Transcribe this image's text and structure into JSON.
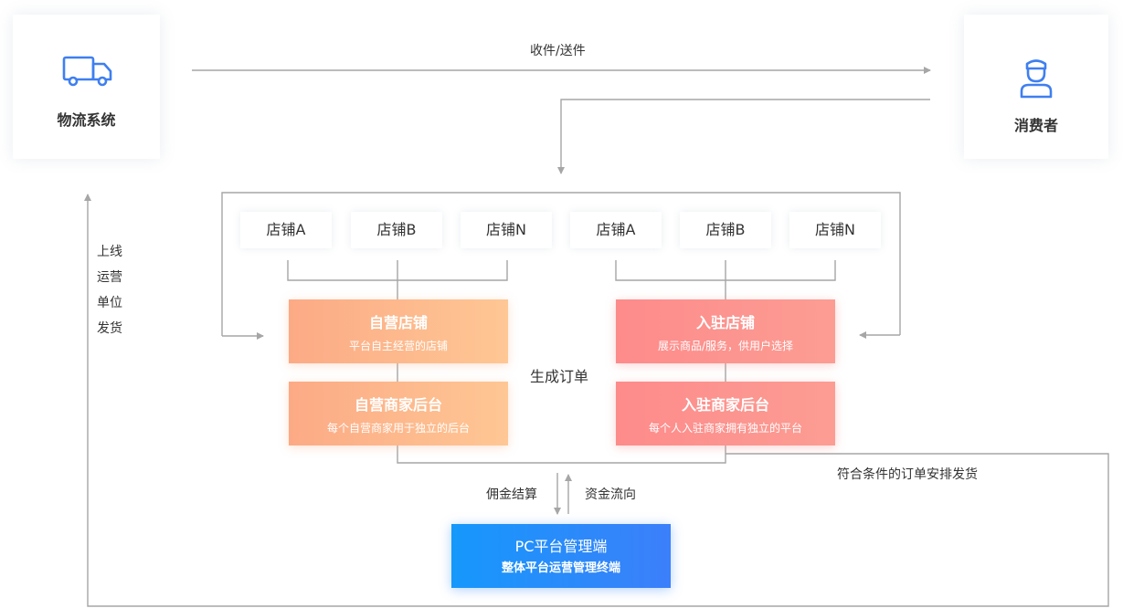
{
  "logistics": {
    "title": "物流系统",
    "icon": "truck-icon"
  },
  "consumer": {
    "title": "消费者",
    "icon": "user-icon"
  },
  "flow": {
    "pickup_delivery": "收件/送件",
    "shelf_ops_ship": [
      "上线",
      "运营",
      "单位",
      "发货"
    ],
    "generate_order": "生成订单",
    "commission": "佣金结算",
    "fund_flow": "资金流向",
    "qualified_orders": "符合条件的订单安排发货"
  },
  "stores_left": [
    "店铺A",
    "店铺B",
    "店铺N"
  ],
  "stores_right": [
    "店铺A",
    "店铺B",
    "店铺N"
  ],
  "self_store": {
    "title": "自营店铺",
    "subtitle": "平台自主经营的店铺"
  },
  "self_backend": {
    "title": "自营商家后台",
    "subtitle": "每个自营商家用于独立的后台"
  },
  "tenant_store": {
    "title": "入驻店铺",
    "subtitle": "展示商品/服务，供用户选择"
  },
  "tenant_backend": {
    "title": "入驻商家后台",
    "subtitle": "每个人入驻商家拥有独立的平台"
  },
  "pc_platform": {
    "title": "PC平台管理端",
    "subtitle": "整体平台运营管理终端"
  },
  "colors": {
    "line": "#a6a6a6",
    "icon": "#3f7ff0",
    "orange_start": "#fcaa85",
    "orange_end": "#fec794",
    "red_start": "#fd8b8b",
    "red_end": "#fc9d93",
    "blue_start": "#1698fb",
    "blue_end": "#3c7ffa"
  }
}
